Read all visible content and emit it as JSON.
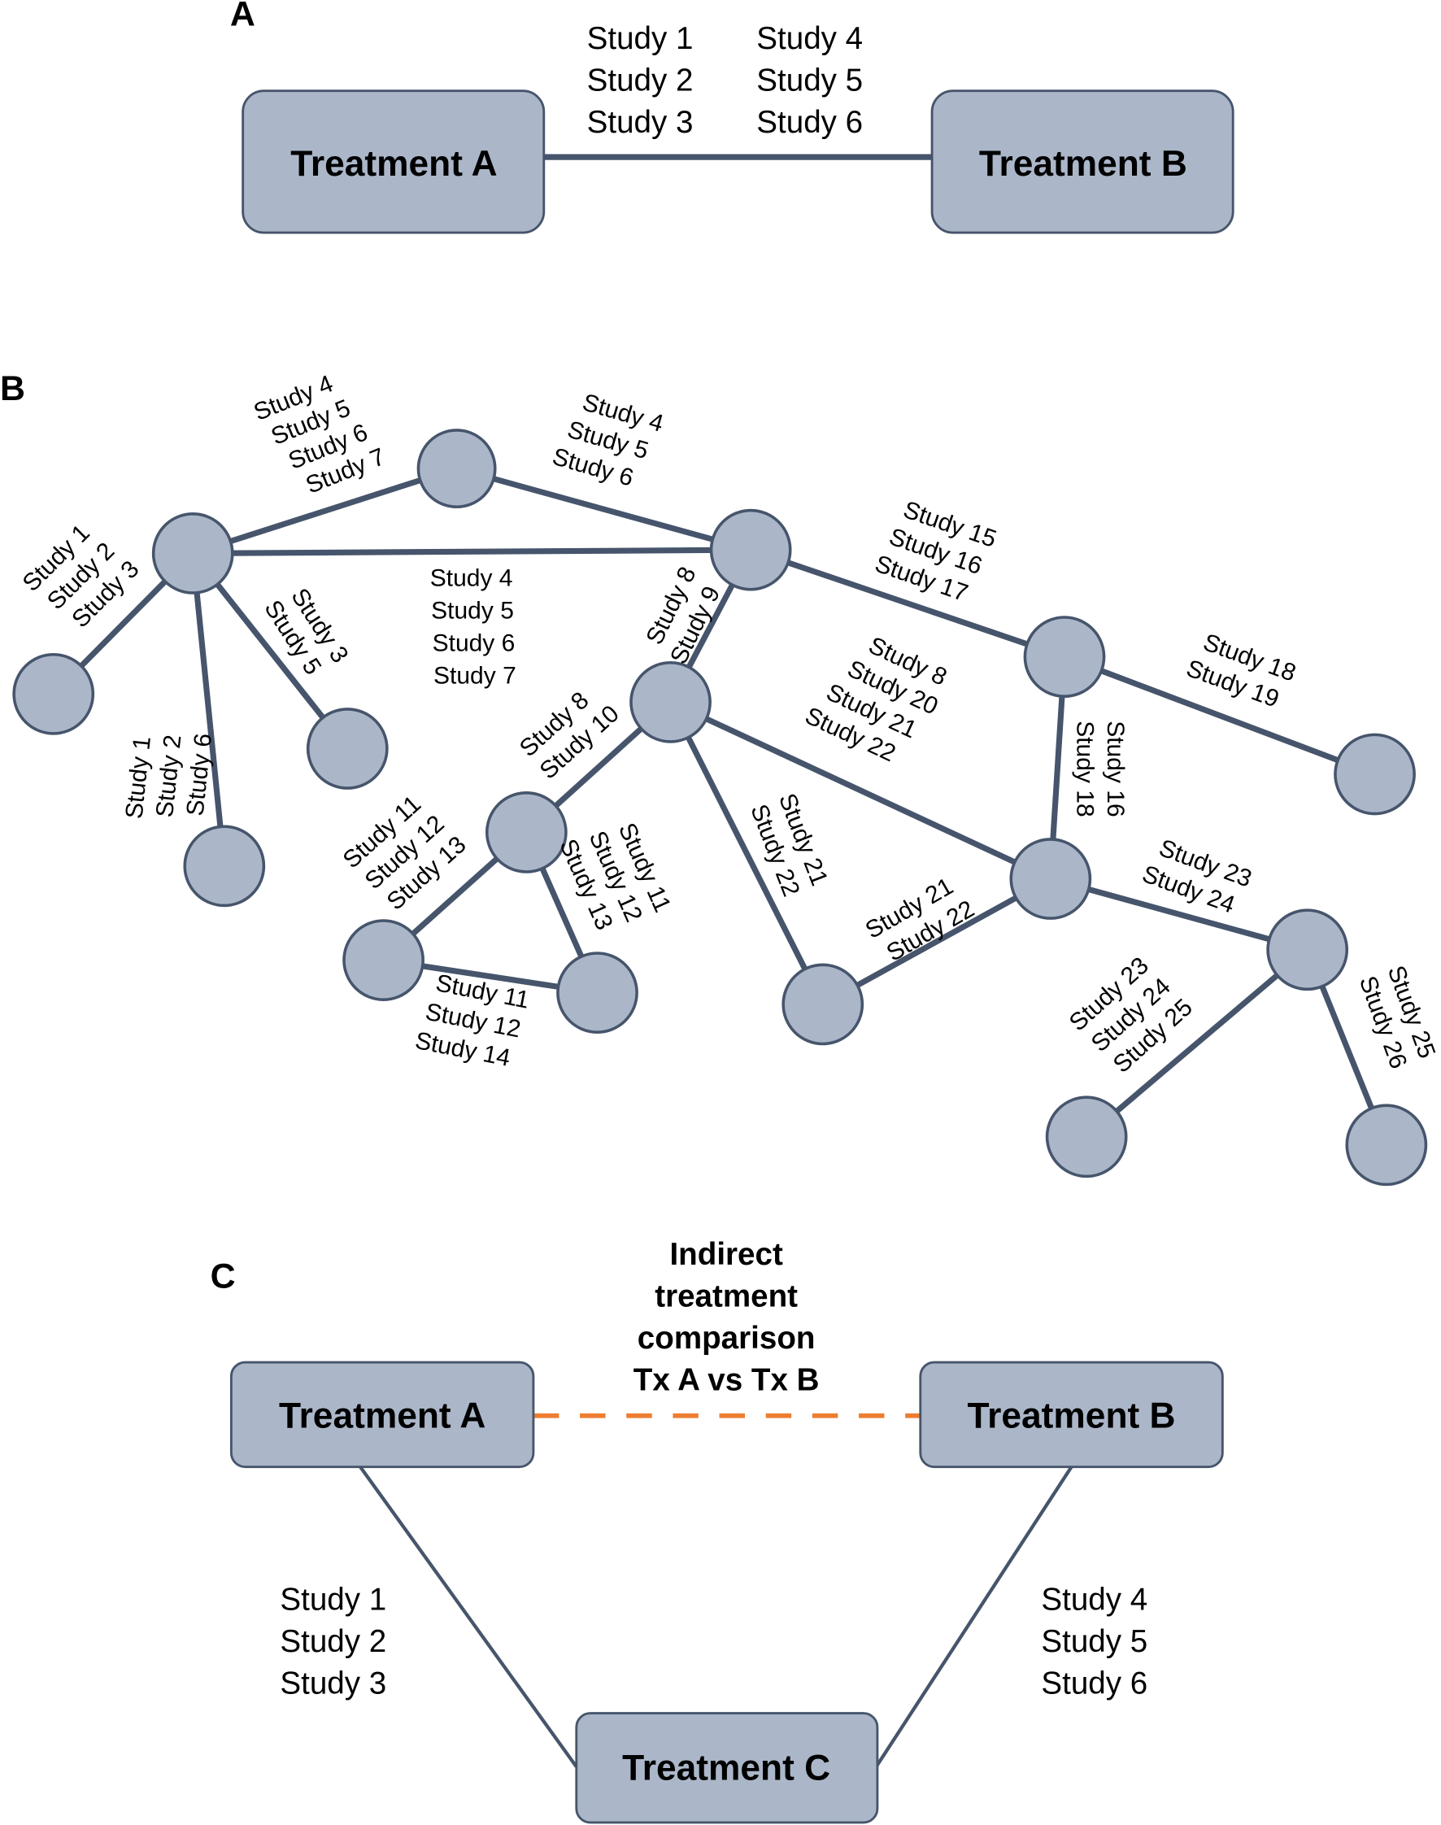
{
  "panel_a": {
    "letter": "A",
    "left_box": "Treatment A",
    "right_box": "Treatment B",
    "studies_col1": [
      "Study 1",
      "Study 2",
      "Study 3"
    ],
    "studies_col2": [
      "Study 4",
      "Study 5",
      "Study 6"
    ]
  },
  "panel_b": {
    "letter": "B",
    "edge_labels": [
      [
        "Study 4",
        "Study 5",
        "Study 6",
        "Study 7"
      ],
      [
        "Study 4",
        "Study 5",
        "Study 6"
      ],
      [
        "Study 1",
        "Study 2",
        "Study 3"
      ],
      [
        "Study 4",
        "Study 5",
        "Study 6",
        "Study 7"
      ],
      [
        "Study 3",
        "Study 5"
      ],
      [
        "Study 1",
        "Study 2",
        "Study 6"
      ],
      [
        "Study 8",
        "Study 9"
      ],
      [
        "Study 15",
        "Study 16",
        "Study 17"
      ],
      [
        "Study 18",
        "Study 19"
      ],
      [
        "Study 8",
        "Study 10"
      ],
      [
        "Study 8",
        "Study 20",
        "Study 21",
        "Study 22"
      ],
      [
        "Study 16",
        "Study 18"
      ],
      [
        "Study 11",
        "Study 12",
        "Study 13"
      ],
      [
        "Study 11",
        "Study 12",
        "Study 13"
      ],
      [
        "Study 11",
        "Study 12",
        "Study 14"
      ],
      [
        "Study 21",
        "Study 22"
      ],
      [
        "Study 21",
        "Study 22"
      ],
      [
        "Study 23",
        "Study 24"
      ],
      [
        "Study 23",
        "Study 24",
        "Study 25"
      ],
      [
        "Study 25",
        "Study 26"
      ]
    ]
  },
  "panel_c": {
    "letter": "C",
    "box_a": "Treatment A",
    "box_b": "Treatment B",
    "box_c": "Treatment C",
    "indirect_label": [
      "Indirect",
      "treatment",
      "comparison",
      "Tx A vs Tx B"
    ],
    "studies_left": [
      "Study 1",
      "Study 2",
      "Study 3"
    ],
    "studies_right": [
      "Study 4",
      "Study 5",
      "Study 6"
    ]
  },
  "colors": {
    "node_fill": "#abb7c9",
    "node_stroke": "#46556c",
    "indirect_dash": "#ed7d31"
  }
}
